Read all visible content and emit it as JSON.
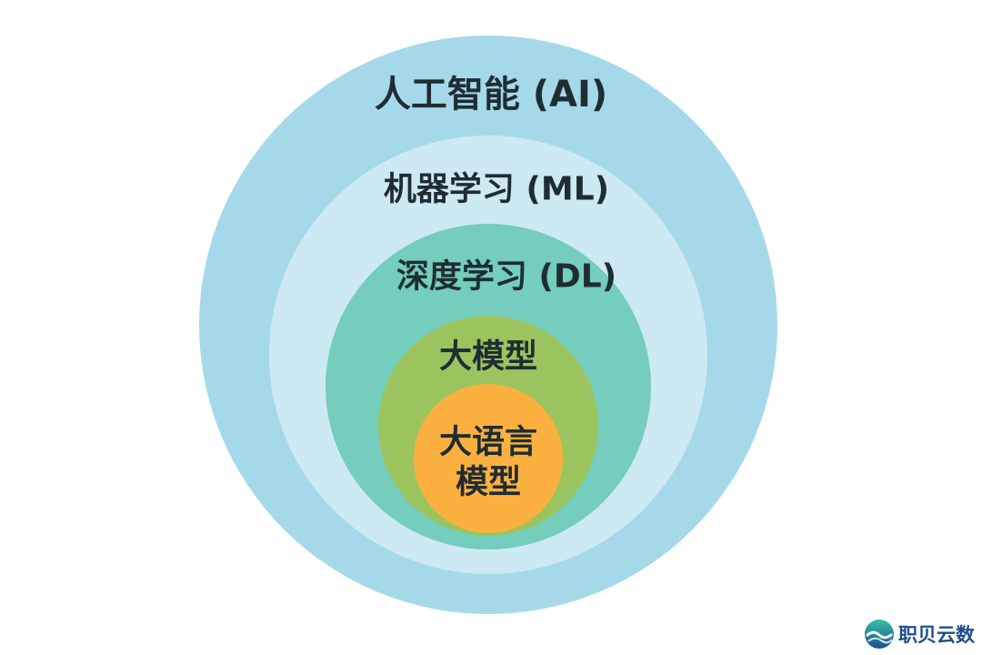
{
  "diagram": {
    "layers": [
      {
        "id": "ai",
        "lines": [
          "人工智能 (AI)"
        ],
        "color": "#a5d9ea"
      },
      {
        "id": "ml",
        "lines": [
          "机器学习 (ML)"
        ],
        "color": "#cde9f3"
      },
      {
        "id": "dl",
        "lines": [
          "深度学习 (DL)"
        ],
        "color": "#74cdbd"
      },
      {
        "id": "large-model",
        "lines": [
          "大模型"
        ],
        "color": "#9bc45f"
      },
      {
        "id": "llm",
        "lines": [
          "大语言",
          "模型"
        ],
        "color": "#fbb040"
      }
    ]
  },
  "logo": {
    "text": "职贝云数",
    "color": "#1f4f8a"
  }
}
